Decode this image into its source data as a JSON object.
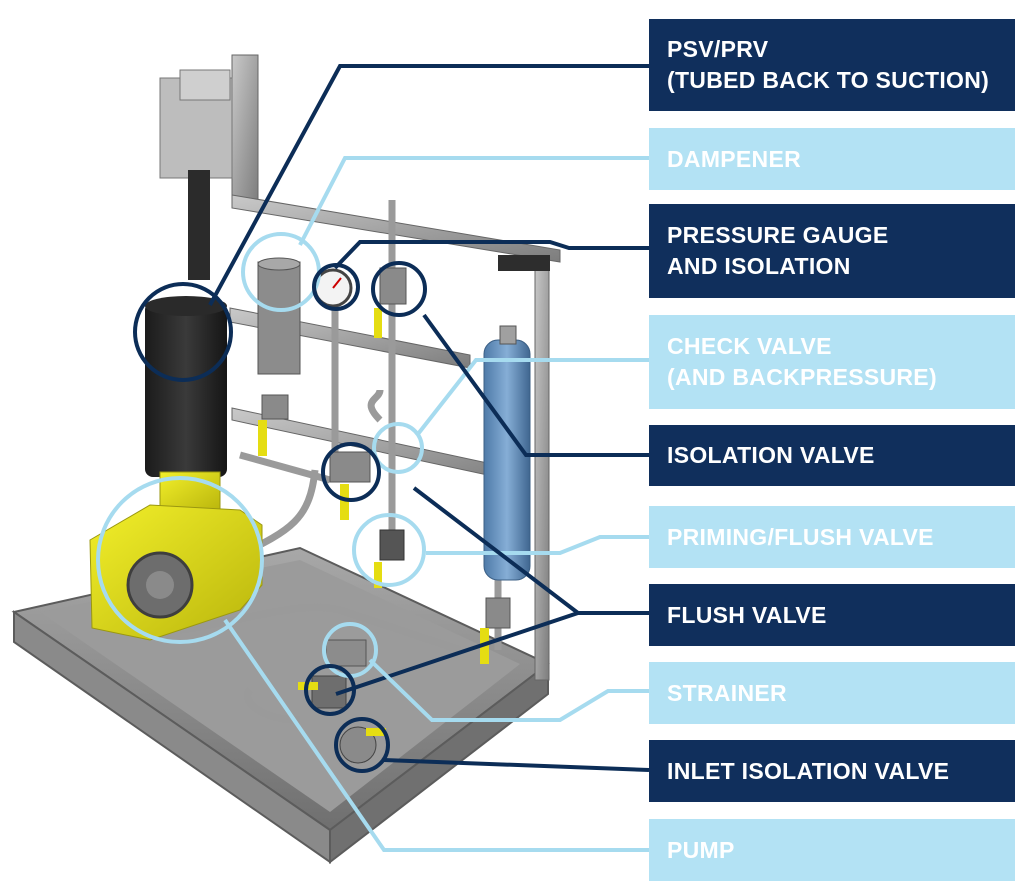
{
  "colors": {
    "dark": "#102f5c",
    "light": "#b3e2f4",
    "callout_dark": "#0c2d57",
    "callout_light": "#a6dbef"
  },
  "labels": [
    {
      "id": "psv",
      "text": "PSV/PRV\n(TUBED BACK TO SUCTION)",
      "style": "dark"
    },
    {
      "id": "dampener",
      "text": "DAMPENER",
      "style": "light"
    },
    {
      "id": "gauge",
      "text": "PRESSURE GAUGE\nAND ISOLATION",
      "style": "dark"
    },
    {
      "id": "check",
      "text": "CHECK VALVE\n(AND BACKPRESSURE)",
      "style": "light"
    },
    {
      "id": "isolation",
      "text": "ISOLATION VALVE",
      "style": "dark"
    },
    {
      "id": "priming",
      "text": "PRIMING/FLUSH VALVE",
      "style": "light"
    },
    {
      "id": "flush",
      "text": "FLUSH VALVE",
      "style": "dark"
    },
    {
      "id": "strainer",
      "text": "STRAINER",
      "style": "light"
    },
    {
      "id": "inlet",
      "text": "INLET ISOLATION VALVE",
      "style": "dark"
    },
    {
      "id": "pump",
      "text": "PUMP",
      "style": "light"
    }
  ]
}
